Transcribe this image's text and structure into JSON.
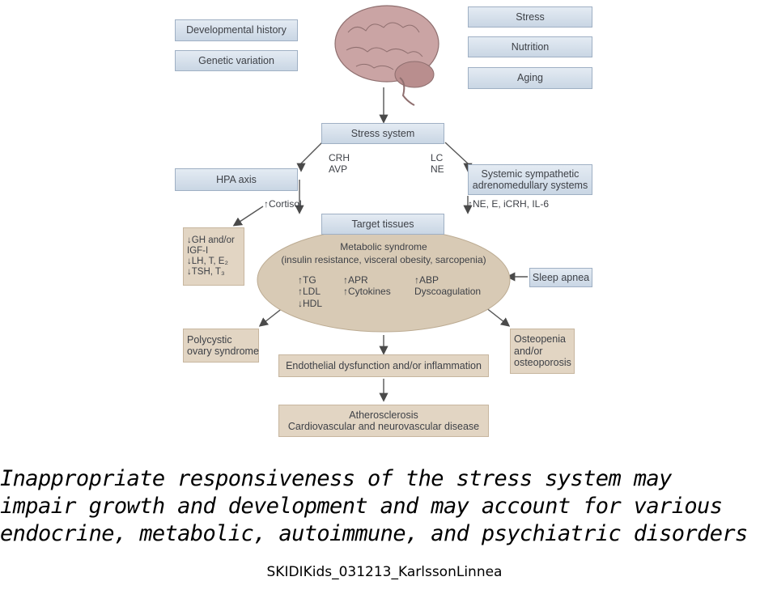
{
  "diagram": {
    "left_inputs": [
      "Developmental history",
      "Genetic variation"
    ],
    "right_inputs": [
      "Stress",
      "Nutrition",
      "Aging"
    ],
    "stress_system": "Stress system",
    "crh_avp": "CRH\nAVP",
    "lc_ne": "LC\nNE",
    "hpa_axis": "HPA axis",
    "sympathetic": "Systemic sympathetic\nadrenomedullary systems",
    "cortisol": "↑Cortisol",
    "sympathetic_mediators": "↑NE, E, iCRH, IL-6",
    "target_tissues": "Target tissues",
    "hormones": "↓GH and/or\nIGF-I\n↓LH, T, E₂\n↓TSH, T₃",
    "metabolic_title": "Metabolic syndrome",
    "metabolic_sub": "(insulin resistance, visceral obesity, sarcopenia)",
    "markers_col1": "↑TG\n↑LDL\n↓HDL",
    "markers_col2": "↑APR\n↑Cytokines",
    "markers_col3": "↑ABP\nDyscoagulation",
    "sleep_apnea": "Sleep apnea",
    "polycystic": "Polycystic\novary syndrome",
    "osteopenia": "Osteopenia\nand/or\nosteoporosis",
    "endothelial": "Endothelial dysfunction and/or inflammation",
    "atherosclerosis": "Atherosclerosis\nCardiovascular and neurovascular disease"
  },
  "caption": "Inappropriate responsiveness of the stress system may\nimpair growth and development and may account for various\nendocrine, metabolic, autoimmune, and psychiatric disorders",
  "footer": "SKIDIKids_031213_KarlssonLinnea",
  "colors": {
    "box_blue": "#c9d6e4",
    "box_tan": "#e2d5c3",
    "ellipse": "#d8cab5",
    "brain": "#c9a3a3"
  }
}
